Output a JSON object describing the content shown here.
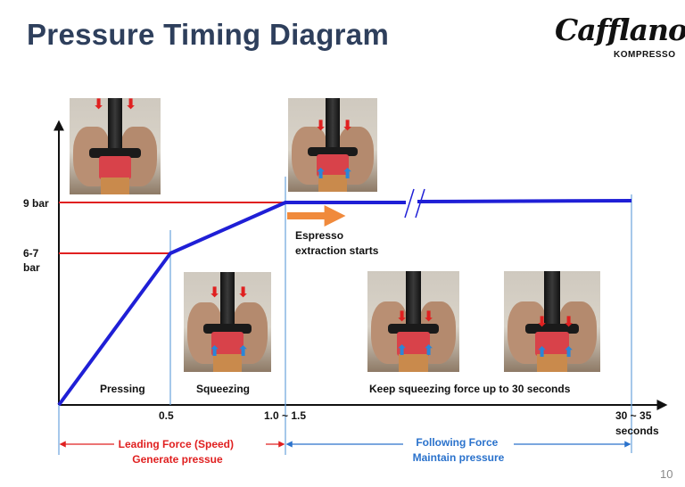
{
  "slide": {
    "title": "Pressure Timing Diagram",
    "page_number": "10",
    "logo": {
      "name": "Cafflano",
      "sub": "KOMPRESSO"
    }
  },
  "colors": {
    "title": "#2e3f5c",
    "pressure_line": "#1f1fd6",
    "reference_line": "#e02020",
    "phase_divider": "#6aa3dd",
    "leading_force": "#e02020",
    "following_force": "#2a72cc",
    "extraction_arrow": "#f08a3c"
  },
  "photos": [
    {
      "id": "photo-pressing",
      "arrows": [
        "red-down",
        "red-down"
      ]
    },
    {
      "id": "photo-extraction-start",
      "arrows": [
        "red-down",
        "red-down",
        "blue-up",
        "blue-up"
      ]
    },
    {
      "id": "photo-squeezing",
      "arrows": [
        "red-down",
        "red-down",
        "blue-up",
        "blue-up"
      ]
    },
    {
      "id": "photo-keep-squeezing-1",
      "arrows": [
        "red-down",
        "red-down",
        "blue-up",
        "blue-up"
      ]
    },
    {
      "id": "photo-keep-squeezing-2",
      "arrows": [
        "red-down",
        "red-down",
        "blue-up",
        "blue-up"
      ]
    }
  ],
  "chart_data": {
    "type": "line",
    "x_ticks": [
      "0.5",
      "1.0 ~ 1.5",
      "30 ~ 35\nseconds"
    ],
    "y_ticks": [
      "6-7\nbar",
      "9 bar"
    ],
    "series": [
      {
        "points": [
          {
            "x": 0,
            "y": 0
          },
          {
            "x": 0.5,
            "y": 6.5
          },
          {
            "x": 1.25,
            "y": 9
          },
          {
            "x": 32.5,
            "y": 9
          }
        ]
      }
    ],
    "reference_lines": [
      {
        "y": 6.5,
        "label": "6-7\nbar"
      },
      {
        "y": 9,
        "label": "9 bar"
      }
    ],
    "phase_labels": [
      "Pressing",
      "Squeezing",
      "Keep squeezing force up to 30 seconds"
    ],
    "annotation": {
      "text": "Espresso\nextraction starts"
    },
    "axis_break": true,
    "brackets": [
      {
        "label": "Leading Force (Speed)\nGenerate pressue",
        "color": "#e02020"
      },
      {
        "label": "Following Force\nMaintain pressure",
        "color": "#2a72cc"
      }
    ]
  }
}
